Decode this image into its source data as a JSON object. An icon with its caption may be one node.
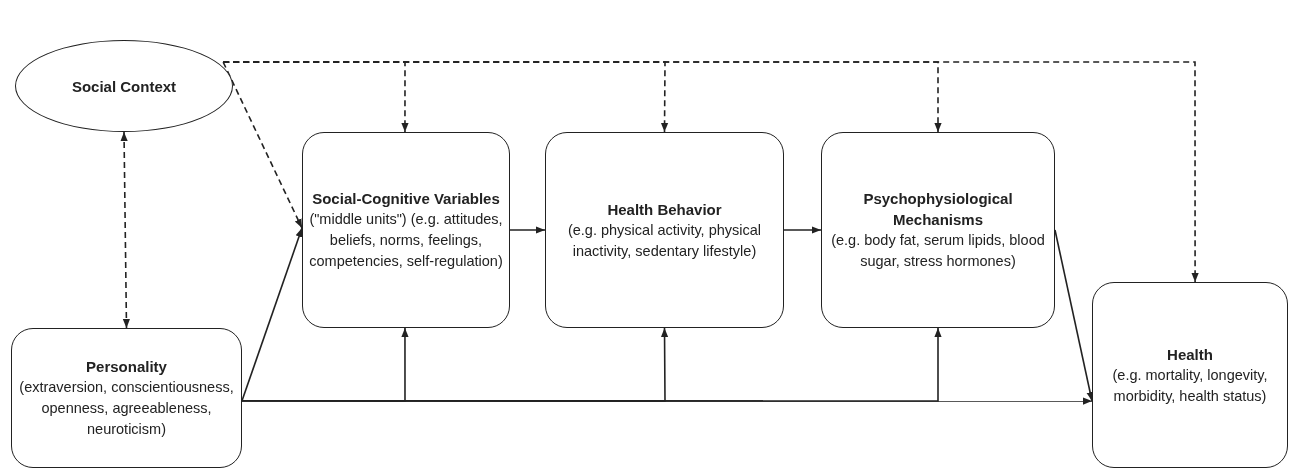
{
  "diagram": {
    "nodes": [
      {
        "text": [
          "Social Context"
        ]
      },
      {
        "text": [
          "Personality",
          "(extraversion, conscientiousness, openness, agreeableness, neuroticism)"
        ]
      },
      {
        "text": [
          "Social-Cognitive Variables",
          "(\"middle units\") (e.g. attitudes, beliefs, norms, feelings, competencies, self-regulation)"
        ]
      },
      {
        "text": [
          "Health Behavior",
          "(e.g. physical activity, physical inactivity, sedentary lifestyle)"
        ]
      },
      {
        "text": [
          "Psychophysiological Mechanisms",
          "(e.g. body fat, serum lipids, blood sugar, stress hormones)"
        ]
      },
      {
        "text": [
          "Health",
          "(e.g. mortality, longevity, morbidity, health status)"
        ]
      }
    ],
    "edges": [
      {
        "from": 0,
        "to": 1,
        "arrow": "both",
        "style": "dashed"
      },
      {
        "from": 0,
        "to": 2,
        "arrow": "to",
        "style": "dashed"
      },
      {
        "from": 0,
        "to": 2,
        "arrow": "to",
        "style": "dashed"
      },
      {
        "from": 0,
        "to": 3,
        "arrow": "to",
        "style": "dashed"
      },
      {
        "from": 0,
        "to": 4,
        "arrow": "to",
        "style": "dashed"
      },
      {
        "from": 0,
        "to": 5,
        "arrow": "to",
        "style": "dashed"
      },
      {
        "from": 1,
        "to": 2,
        "arrow": "to"
      },
      {
        "from": 1,
        "to": 2,
        "arrow": "to"
      },
      {
        "from": 1,
        "to": 3,
        "arrow": "to"
      },
      {
        "from": 1,
        "to": 4,
        "arrow": "to"
      },
      {
        "from": 1,
        "to": 5,
        "arrow": "to"
      },
      {
        "from": 2,
        "to": 3,
        "arrow": "to"
      },
      {
        "from": 3,
        "to": 4,
        "arrow": "to"
      },
      {
        "from": 4,
        "to": 5,
        "arrow": "to"
      }
    ]
  }
}
